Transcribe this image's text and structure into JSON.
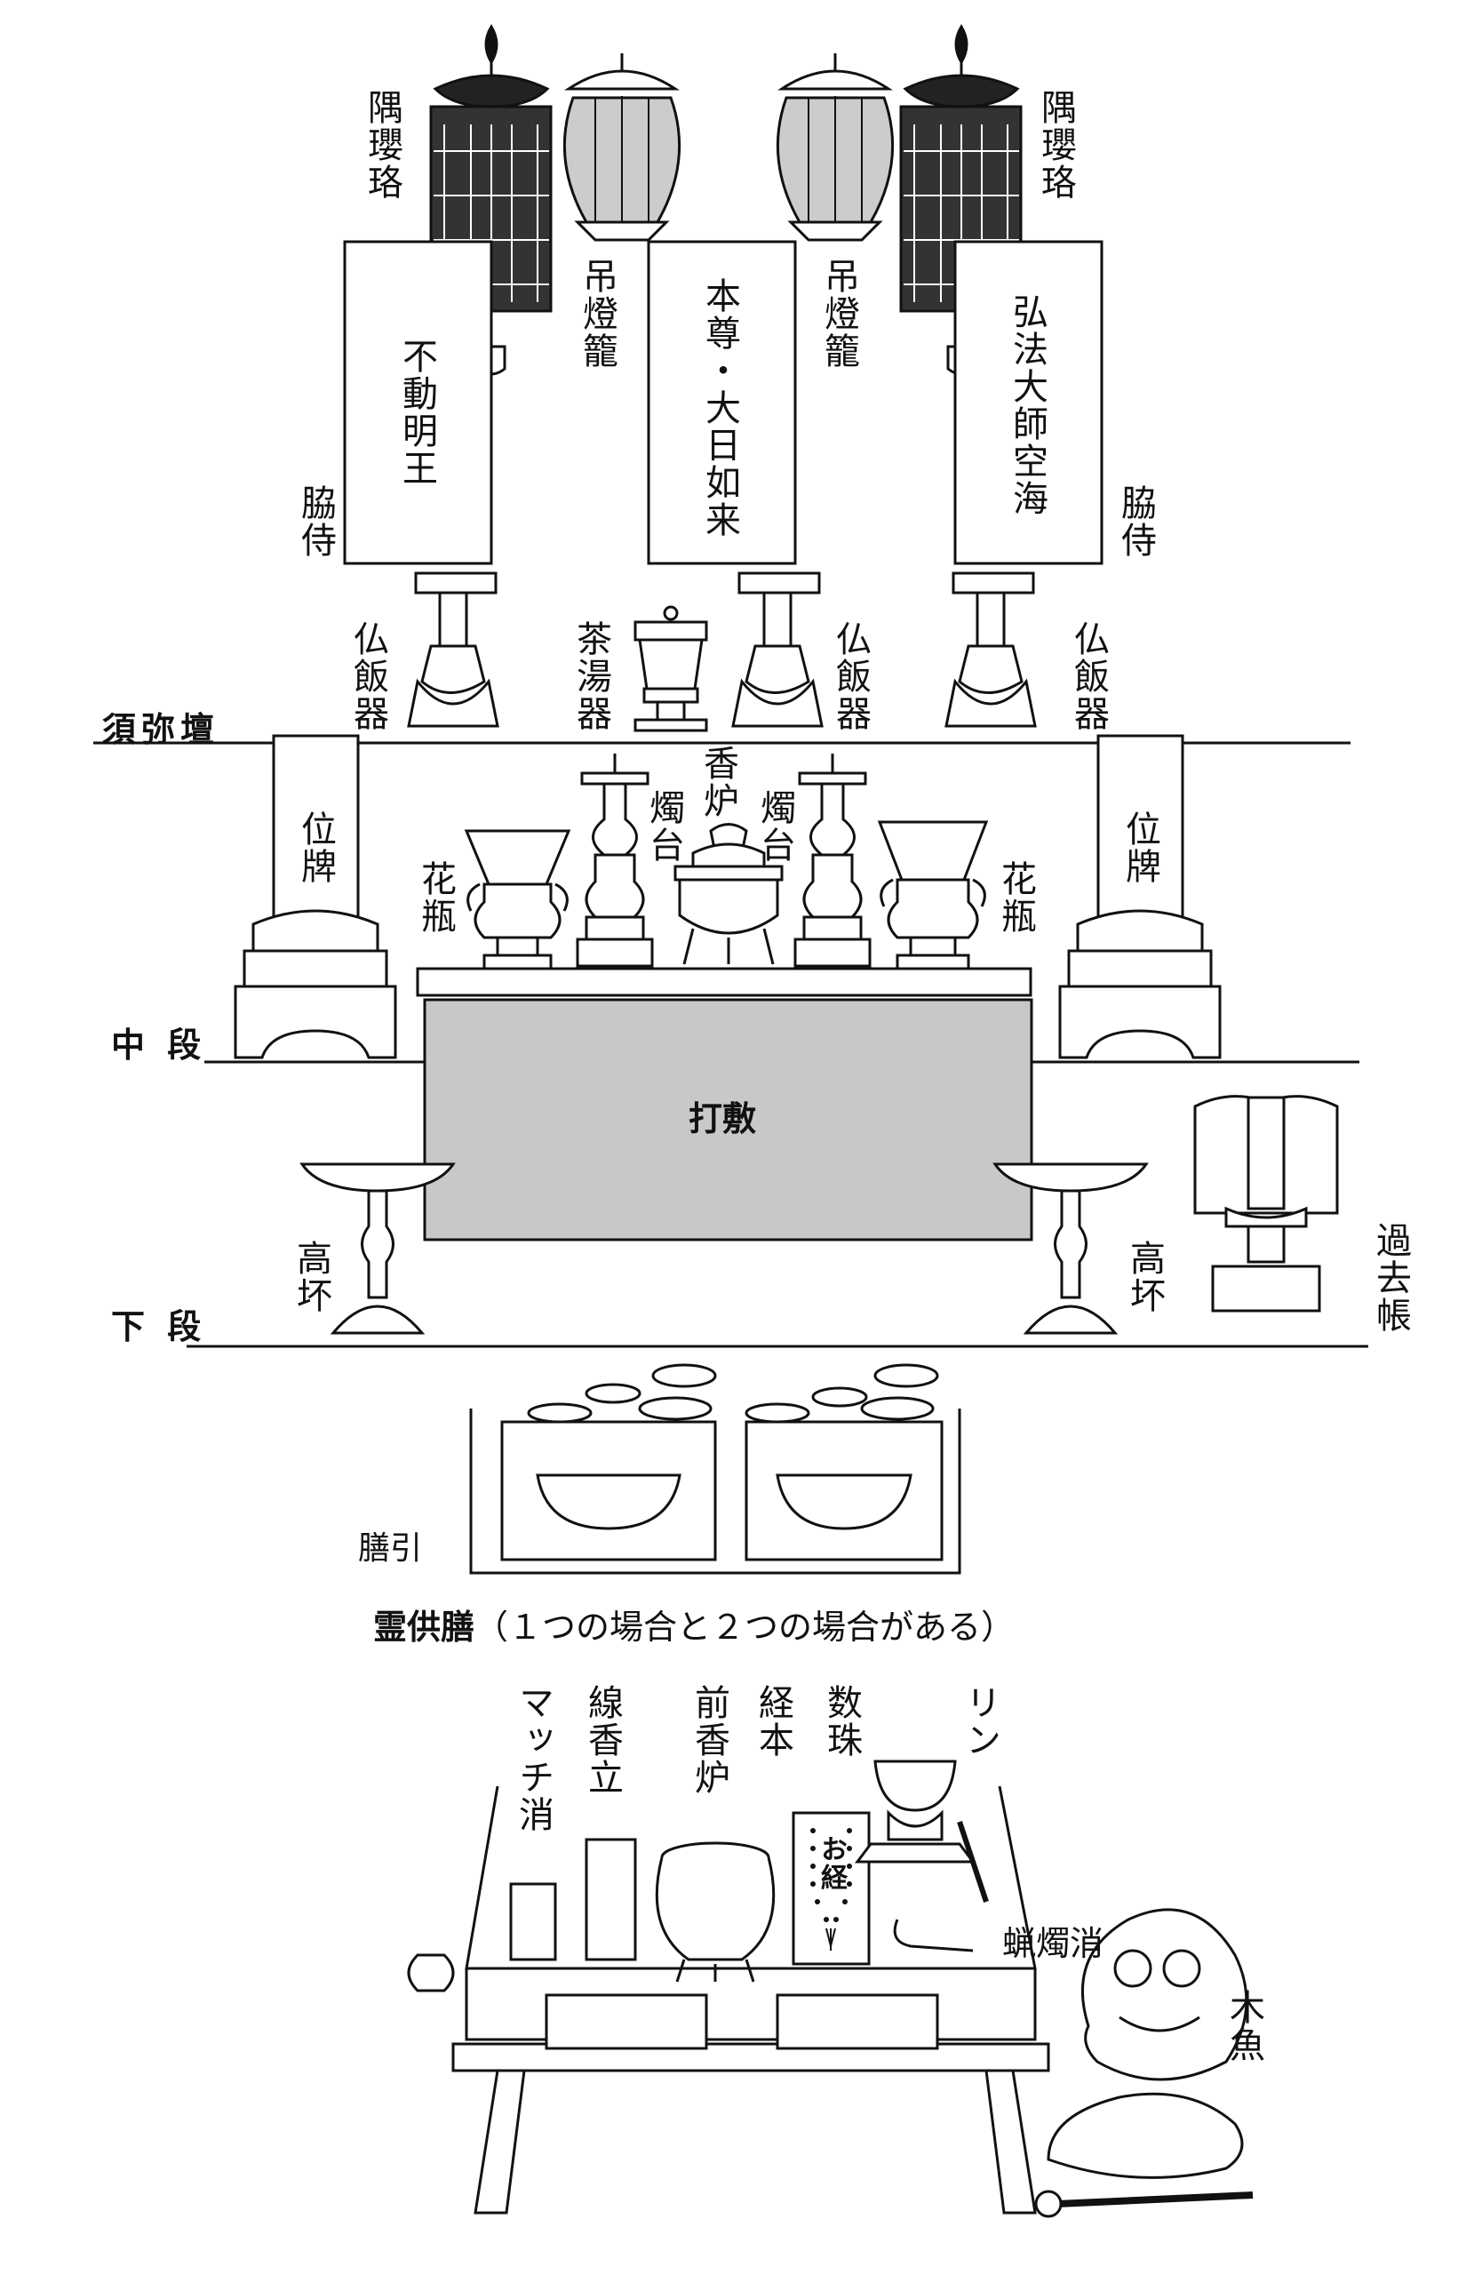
{
  "tiers": {
    "sumidan": "須弥壇",
    "chudan": "中 段",
    "gedan": "下 段"
  },
  "labels": {
    "sumiyoraku": "隅瓔珞",
    "tsuridoro": "吊燈籠",
    "honzon": "本尊・大日如来",
    "fudo": "不動明王",
    "kobo": "弘法大師空海",
    "kyoji": "脇侍",
    "buppanki": "仏飯器",
    "chatoki": "茶湯器",
    "kouro": "香炉",
    "shokudai": "燭台",
    "kebin": "花瓶",
    "ihai": "位牌",
    "uchishiki": "打敷",
    "takatsuki": "高坏",
    "kakocho": "過去帳",
    "zenbiki": "膳引",
    "match": "マッチ消",
    "senkotate": "線香立",
    "maekouro": "前香炉",
    "kyohon": "経本",
    "juzu": "数珠",
    "rin": "リン",
    "rosokukeshi": "蝋燭消",
    "mokugyo": "木魚",
    "okyo": "お経"
  },
  "caption": {
    "bold": "霊供膳",
    "rest": "（１つの場合と２つの場合がある）"
  }
}
